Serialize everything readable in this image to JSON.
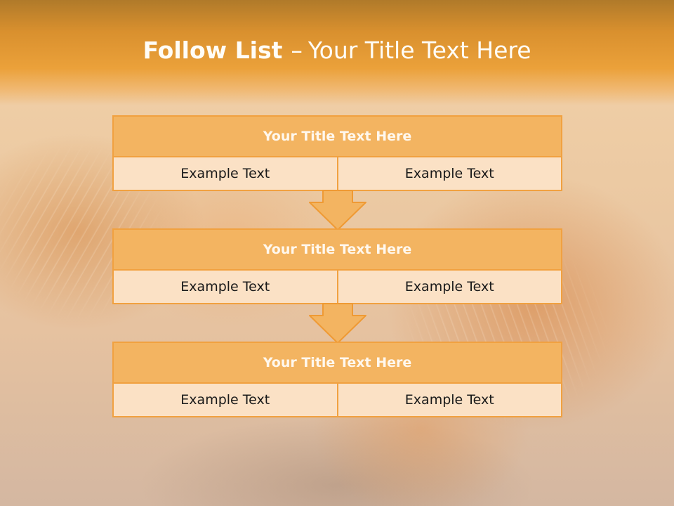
{
  "slide": {
    "title_bold": "Follow List",
    "title_dash": "–",
    "title_rest": "Your Title Text Here"
  },
  "blocks": [
    {
      "title": "Your Title Text Here",
      "cells": [
        "Example Text",
        "Example Text"
      ]
    },
    {
      "title": "Your Title Text Here",
      "cells": [
        "Example Text",
        "Example Text"
      ]
    },
    {
      "title": "Your Title Text Here",
      "cells": [
        "Example Text",
        "Example Text"
      ]
    }
  ],
  "colors": {
    "header": "#eba13a",
    "block_border": "#f1a140",
    "block_title_fill": "#f3b461",
    "block_row_fill": "#fbe1c5",
    "arrow_fill": "#f3b461"
  },
  "icons": [
    "down-arrow-icon",
    "down-arrow-icon"
  ]
}
